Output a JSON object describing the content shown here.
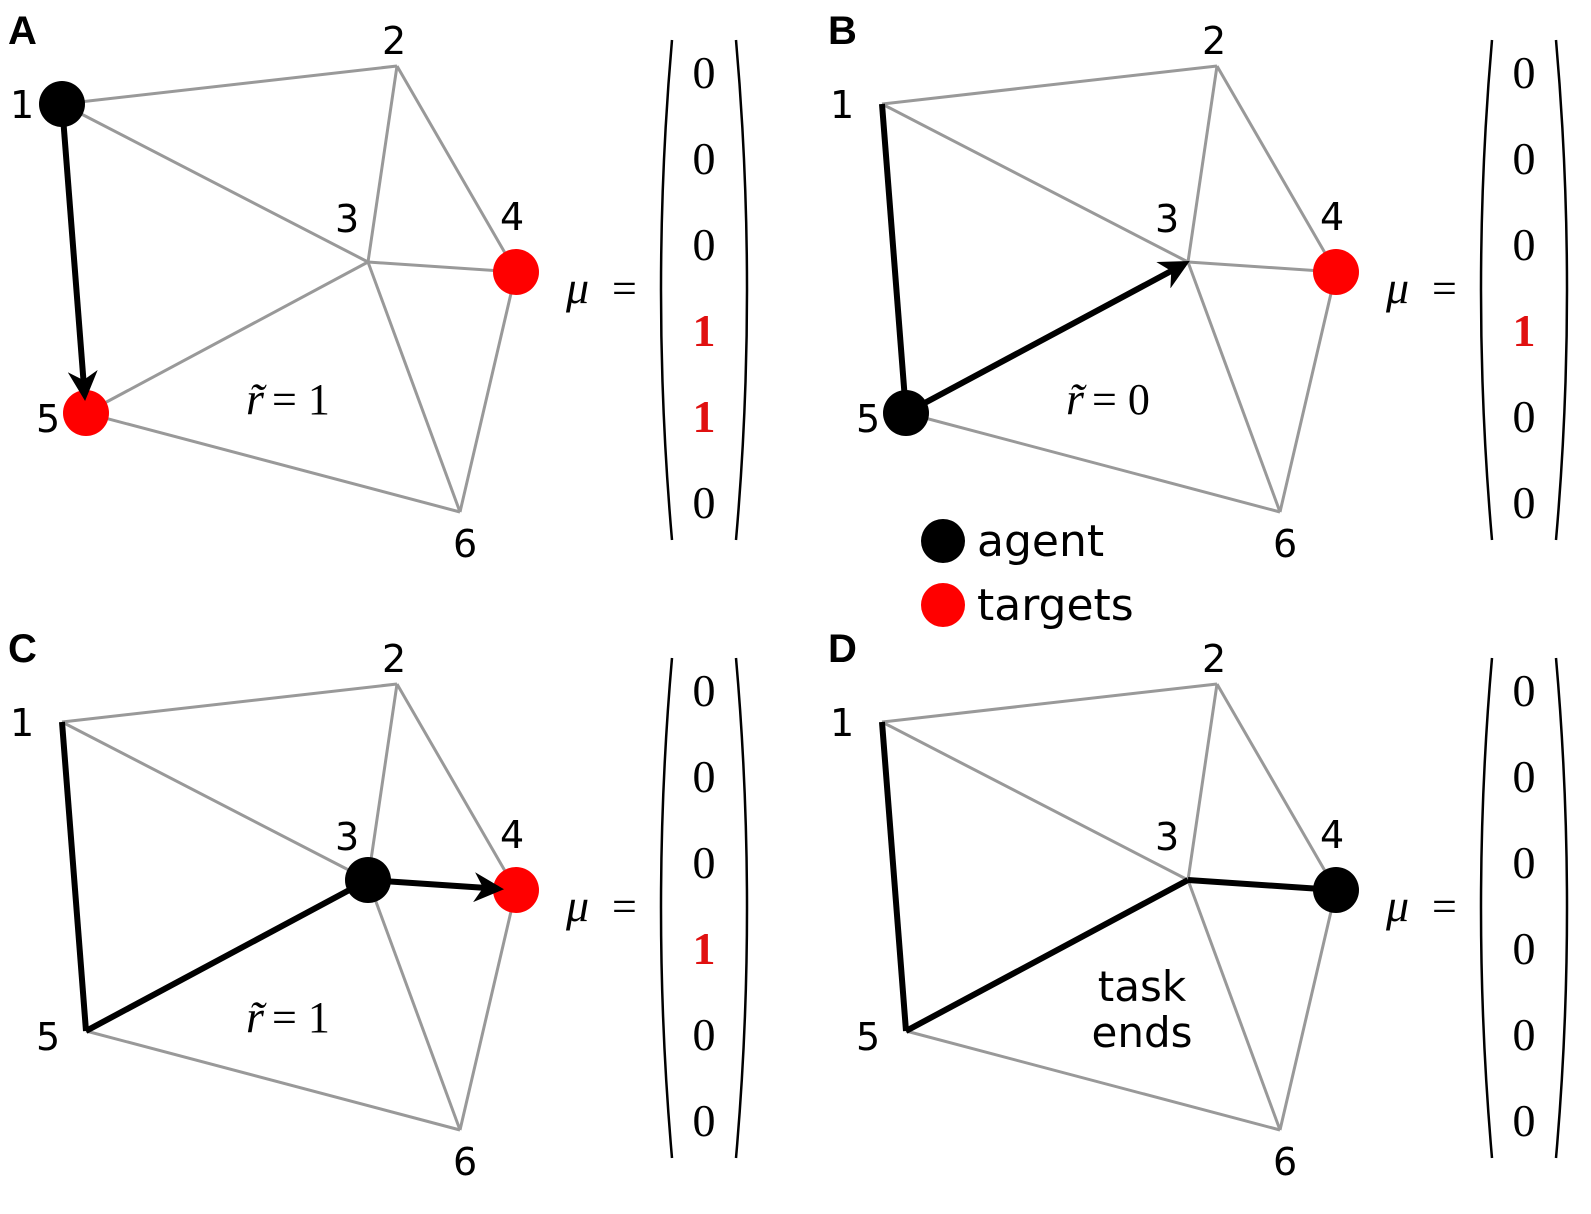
{
  "panels": [
    {
      "letter": "A",
      "nodes": [
        {
          "id": "1",
          "state": "agent"
        },
        {
          "id": "2",
          "state": "plain"
        },
        {
          "id": "3",
          "state": "plain"
        },
        {
          "id": "4",
          "state": "target"
        },
        {
          "id": "5",
          "state": "target"
        },
        {
          "id": "6",
          "state": "plain"
        }
      ],
      "path": [],
      "arrow": [
        "1",
        "5"
      ],
      "reward": "= 1",
      "reward_var": "r̃",
      "mu": [
        "0",
        "0",
        "0",
        "1",
        "1",
        "0"
      ],
      "mu_hot": [
        false,
        false,
        false,
        true,
        true,
        false
      ],
      "note": ""
    },
    {
      "letter": "B",
      "nodes": [
        {
          "id": "1",
          "state": "plain"
        },
        {
          "id": "2",
          "state": "plain"
        },
        {
          "id": "3",
          "state": "plain"
        },
        {
          "id": "4",
          "state": "target"
        },
        {
          "id": "5",
          "state": "agent"
        },
        {
          "id": "6",
          "state": "plain"
        }
      ],
      "path": [
        [
          "1",
          "5"
        ]
      ],
      "arrow": [
        "5",
        "3"
      ],
      "reward": "= 0",
      "reward_var": "r̃",
      "mu": [
        "0",
        "0",
        "0",
        "1",
        "0",
        "0"
      ],
      "mu_hot": [
        false,
        false,
        false,
        true,
        false,
        false
      ],
      "note": ""
    },
    {
      "letter": "C",
      "nodes": [
        {
          "id": "1",
          "state": "plain"
        },
        {
          "id": "2",
          "state": "plain"
        },
        {
          "id": "3",
          "state": "agent"
        },
        {
          "id": "4",
          "state": "target"
        },
        {
          "id": "5",
          "state": "plain"
        },
        {
          "id": "6",
          "state": "plain"
        }
      ],
      "path": [
        [
          "1",
          "5"
        ],
        [
          "5",
          "3"
        ]
      ],
      "arrow": [
        "3",
        "4"
      ],
      "reward": "= 1",
      "reward_var": "r̃",
      "mu": [
        "0",
        "0",
        "0",
        "1",
        "0",
        "0"
      ],
      "mu_hot": [
        false,
        false,
        false,
        true,
        false,
        false
      ],
      "note": ""
    },
    {
      "letter": "D",
      "nodes": [
        {
          "id": "1",
          "state": "plain"
        },
        {
          "id": "2",
          "state": "plain"
        },
        {
          "id": "3",
          "state": "plain"
        },
        {
          "id": "4",
          "state": "agent"
        },
        {
          "id": "5",
          "state": "plain"
        },
        {
          "id": "6",
          "state": "plain"
        }
      ],
      "path": [
        [
          "1",
          "5"
        ],
        [
          "5",
          "3"
        ],
        [
          "3",
          "4"
        ]
      ],
      "arrow": [],
      "reward": "",
      "reward_var": "",
      "mu": [
        "0",
        "0",
        "0",
        "0",
        "0",
        "0"
      ],
      "mu_hot": [
        false,
        false,
        false,
        false,
        false,
        false
      ],
      "note": [
        "task",
        "ends"
      ]
    }
  ],
  "graph_edges": [
    [
      "1",
      "2"
    ],
    [
      "1",
      "3"
    ],
    [
      "1",
      "5"
    ],
    [
      "2",
      "3"
    ],
    [
      "2",
      "4"
    ],
    [
      "3",
      "4"
    ],
    [
      "3",
      "5"
    ],
    [
      "3",
      "6"
    ],
    [
      "4",
      "6"
    ],
    [
      "5",
      "6"
    ]
  ],
  "mu_symbol": "μ⃗",
  "mu_equals": "=",
  "legend": {
    "agent_label": "agent",
    "targets_label": "targets"
  },
  "colors": {
    "agent": "#000000",
    "target": "#ff0000",
    "edge": "#999999",
    "highlight": "#e01010"
  }
}
